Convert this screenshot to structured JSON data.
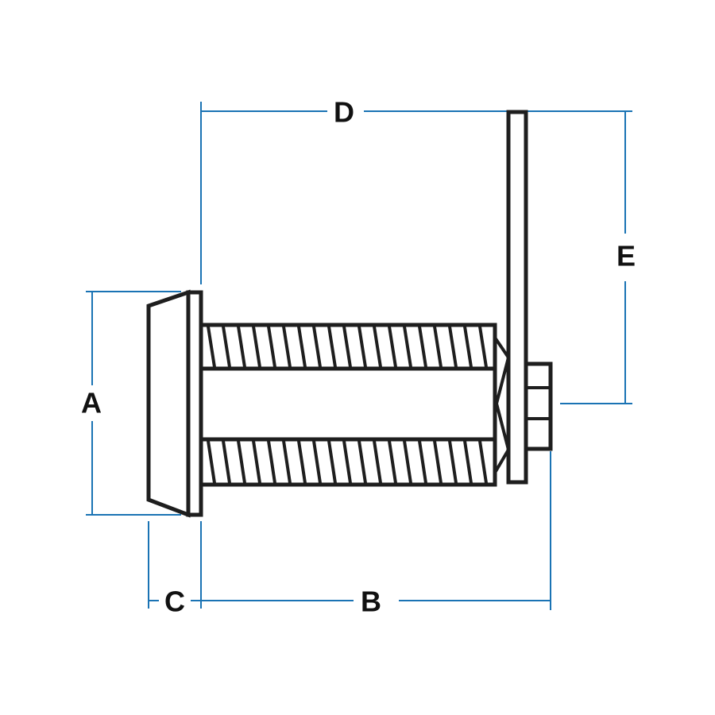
{
  "colors": {
    "dimension_line": "#1a73b4",
    "outline": "#1e1e1e",
    "label": "#111111",
    "background": "#ffffff"
  },
  "labels": {
    "a": "A",
    "b": "B",
    "c": "C",
    "d": "D",
    "e": "E"
  }
}
